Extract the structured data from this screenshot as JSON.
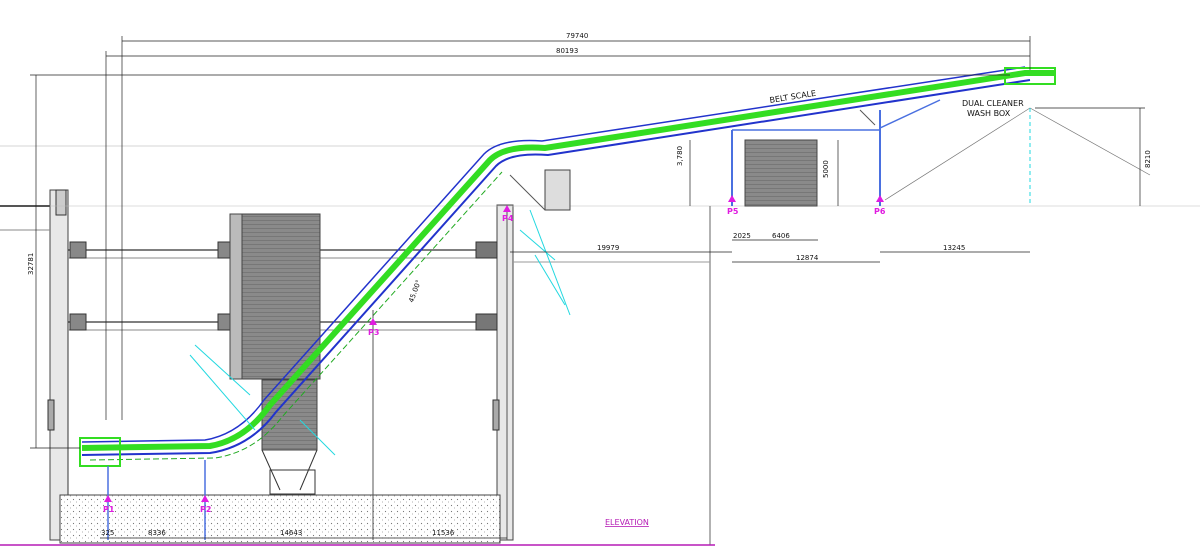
{
  "drawing": {
    "view_title": "ELEVATION",
    "notes": {
      "belt_scale": "BELT SCALE",
      "cleaner_line1": "DUAL CLEANER",
      "cleaner_line2": "WASH BOX",
      "angle": "45.00°"
    },
    "dimensions": {
      "top_overall": "79740",
      "second_overall": "80193",
      "left_height": "32781",
      "right_height": "8210",
      "support_height": "5000",
      "local_offset": "3,780",
      "span_upper": "19979",
      "span_bays": "12874",
      "span_right": "13245",
      "bay_small": "2025",
      "bay_large": "6406",
      "bottom_1": "325",
      "bottom_2": "8336",
      "bottom_3": "14643",
      "bottom_4": "11536"
    },
    "piers": [
      "P1",
      "P2",
      "P3",
      "P4",
      "P5",
      "P6"
    ],
    "colors": {
      "belt_green": "#33dd22",
      "belt_blue": "#2233cc",
      "support_blue": "#4a70e0",
      "cyan": "#22d8e0",
      "magenta": "#e01ce0",
      "linework": "#222222"
    }
  }
}
